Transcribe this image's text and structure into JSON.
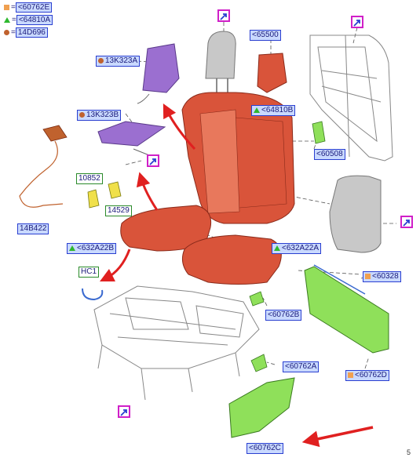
{
  "legend": {
    "items": [
      {
        "marker": "square",
        "color": "#f0a050",
        "prefix": "=",
        "code": "<60762E"
      },
      {
        "marker": "triangle",
        "color": "#2eb82e",
        "prefix": "=",
        "code": "<64810A"
      },
      {
        "marker": "dot",
        "color": "#c0622e",
        "prefix": "=",
        "code": "14D696"
      }
    ]
  },
  "callouts": {
    "p65500": "<65500",
    "p13K323A": "13K323A",
    "p64810B": "<64810B",
    "p13K323B": "13K323B",
    "p60508": "<60508",
    "p10852": "10852",
    "p14529": "14529",
    "p14B422": "14B422",
    "p632A22B": "<632A22B",
    "p632A22A": "<632A22A",
    "pHC1": "HC1",
    "p60328": "<60328",
    "p60762B": "<60762B",
    "p60762A": "<60762A",
    "p60762D": "<60762D",
    "p60762C": "<60762C"
  },
  "page_number": "5",
  "colors": {
    "seat_foam": "#d9543a",
    "heater_pad": "#9b6fd0",
    "trim_panel": "#8fe05a",
    "cover": "#c8c8c8",
    "arrow": "#e02020",
    "link_icon": "#d020c8",
    "label_fill": "#c9d9ff",
    "label_border": "#2a3fd0"
  },
  "icons": [
    "link-arrow-icon",
    "red-direction-arrow-icon"
  ]
}
